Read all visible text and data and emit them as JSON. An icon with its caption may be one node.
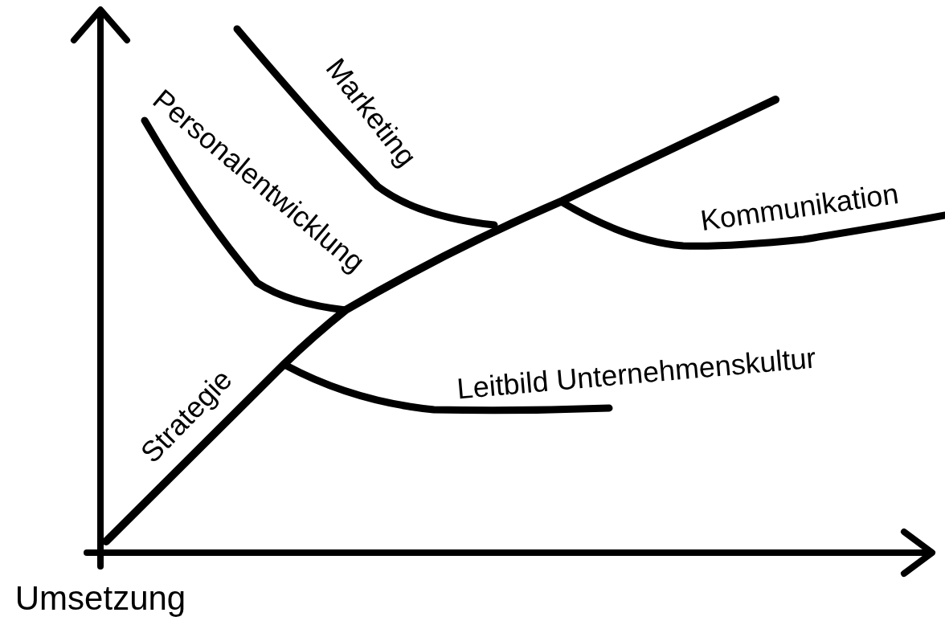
{
  "diagram": {
    "labels": [
      "Marketing",
      "Personalentwicklung",
      "Kommunikation",
      "Leitbild Unternehmenskultur",
      "Strategie",
      "Umsetzung"
    ]
  }
}
